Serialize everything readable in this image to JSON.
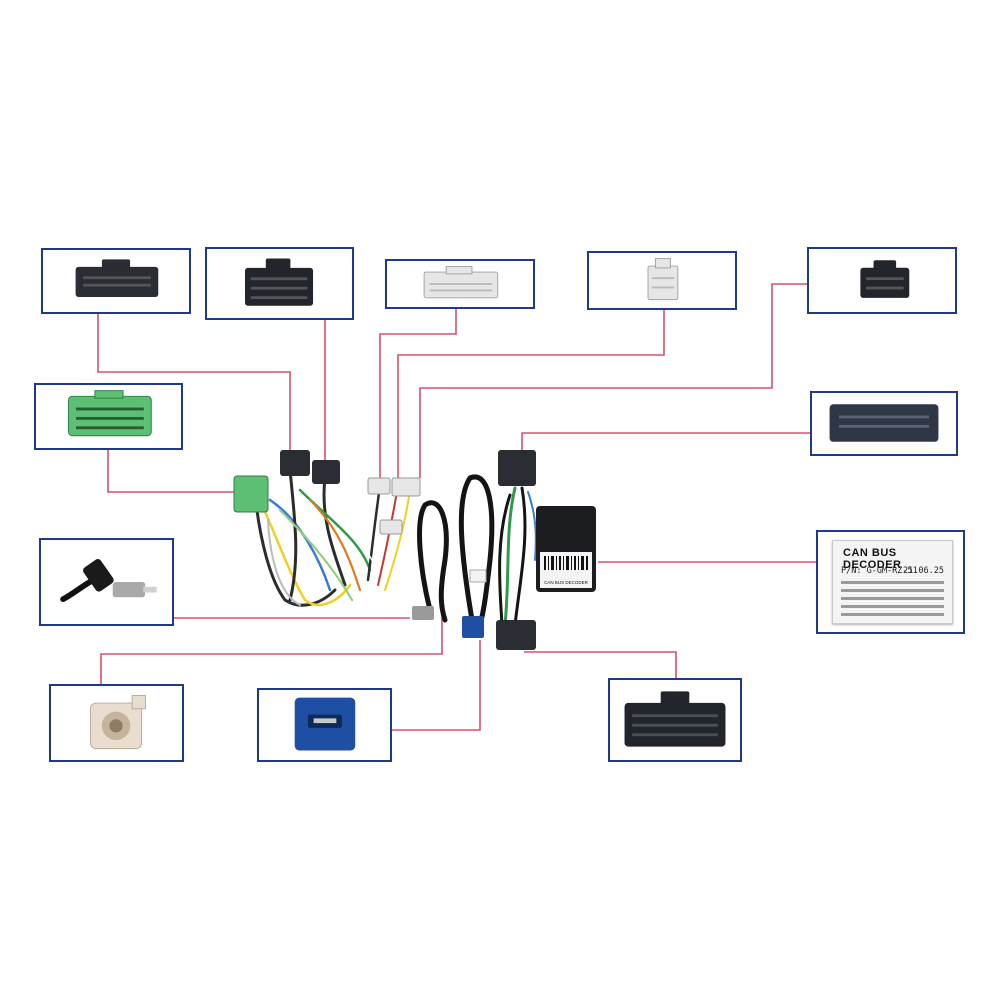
{
  "decoder_label": {
    "title": "CAN BUS DECODER",
    "part_number": "P/N: G-GM-RZ-51",
    "date": "21.06.25",
    "box_text": "CAN BUS DECODER"
  },
  "colors": {
    "callout_border": "#1f3a8a",
    "leader_line": "#d9506d",
    "connector_black": "#2a2d33",
    "connector_green": "#5cbf73",
    "connector_white": "#e6e6e6",
    "connector_blue": "#1f4fa3"
  },
  "callouts": [
    {
      "id": "top-black-connector-1",
      "icon": "black-plug-icon"
    },
    {
      "id": "top-black-connector-2",
      "icon": "black-plug-icon"
    },
    {
      "id": "top-white-connector-1",
      "icon": "white-plug-icon"
    },
    {
      "id": "top-white-connector-2",
      "icon": "white-plug-icon"
    },
    {
      "id": "top-black-connector-3",
      "icon": "black-plug-icon"
    },
    {
      "id": "green-connector",
      "icon": "green-plug-icon"
    },
    {
      "id": "right-black-connector",
      "icon": "black-plug-icon"
    },
    {
      "id": "antenna-plug",
      "icon": "antenna-icon"
    },
    {
      "id": "can-bus-decoder-label",
      "icon": "label-icon"
    },
    {
      "id": "fakra-connector",
      "icon": "fakra-icon"
    },
    {
      "id": "usb-connector",
      "icon": "usb-icon"
    },
    {
      "id": "large-black-connector",
      "icon": "black-plug-icon"
    }
  ]
}
